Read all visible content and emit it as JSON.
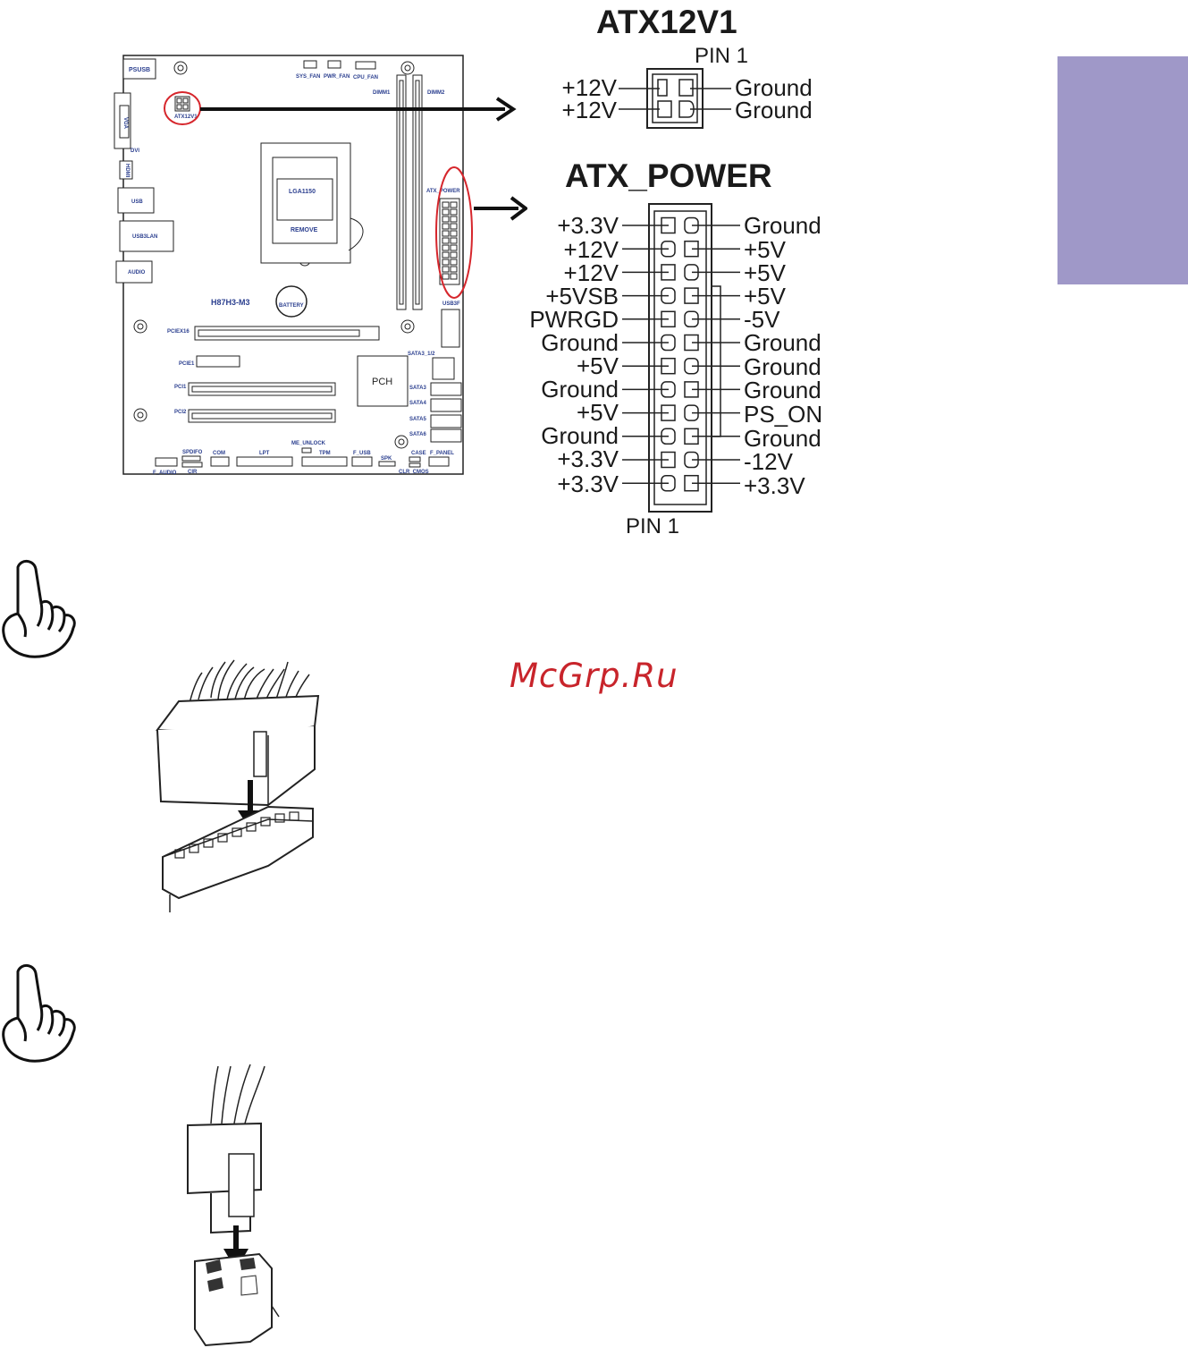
{
  "side_tab": {
    "color": "#9f98c8"
  },
  "watermark": {
    "text": "McGrp.Ru",
    "color": "#c8242b"
  },
  "board": {
    "model": "H87H3-M3",
    "socket": "LGA1150",
    "socket_sub": "REMOVE",
    "chip": "PCH",
    "battery": "BATTERY",
    "labels": {
      "psusb": "PSUSB",
      "vga": "VGA",
      "dvi": "DVI",
      "hdmi": "HDMI",
      "usb": "USB",
      "usb3lan": "USB3LAN",
      "audio": "AUDIO",
      "atx12v1": "ATX12V1",
      "sys_fan": "SYS_FAN",
      "pwr_fan": "PWR_FAN",
      "cpu_fan": "CPU_FAN",
      "dimm1": "DIMM1",
      "dimm2": "DIMM2",
      "atx_power": "ATX_POWER",
      "usb3f": "USB3F",
      "sata3_12": "SATA3_1/2",
      "sata3": "SATA3",
      "sata4": "SATA4",
      "sata5": "SATA5",
      "sata6": "SATA6",
      "pciex16": "PCIEX16",
      "pcie1": "PCIE1",
      "pci1": "PCI1",
      "pci2": "PCI2",
      "spdifo": "SPDIFO",
      "com": "COM",
      "lpt": "LPT",
      "me_unlock": "ME_UNLOCK",
      "tpm": "TPM",
      "f_usb": "F_USB",
      "spk": "SPK",
      "case": "CASE",
      "f_panel": "F_PANEL",
      "f_audio": "F_AUDIO",
      "cir": "CIR",
      "clr_cmos": "CLR_CMOS"
    },
    "highlight_color": "#d6262c"
  },
  "atx12v1": {
    "title": "ATX12V1",
    "pin1": "PIN 1",
    "left": [
      "+12V",
      "+12V"
    ],
    "right": [
      "Ground",
      "Ground"
    ]
  },
  "atx_power": {
    "title": "ATX_POWER",
    "pin1": "PIN 1",
    "left": [
      "+3.3V",
      "+12V",
      "+12V",
      "+5VSB",
      "PWRGD",
      "Ground",
      "+5V",
      "Ground",
      "+5V",
      "Ground",
      "+3.3V",
      "+3.3V"
    ],
    "right": [
      "Ground",
      "+5V",
      "+5V",
      "+5V",
      "-5V",
      "Ground",
      "Ground",
      "Ground",
      "PS_ON",
      "Ground",
      "-12V",
      "+3.3V"
    ]
  }
}
